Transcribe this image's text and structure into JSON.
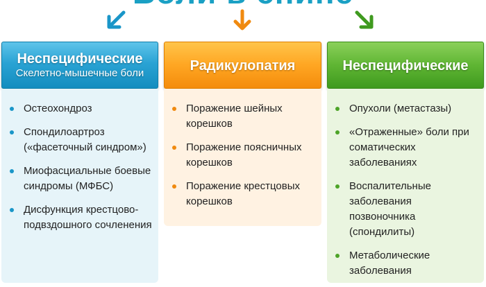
{
  "title": "Боли в спине",
  "colors": {
    "blue": "#2aa3d4",
    "orange": "#ffa622",
    "green": "#5fb533"
  },
  "columns": [
    {
      "title": "Неспецифические",
      "subtitle": "Скелетно-мышечные боли",
      "items": [
        "Остеохондроз",
        "Спондилоартроз («фасеточный синдром»)",
        "Миофасциальные боевые синдромы (МФБС)",
        "Дисфункция крестцово-подвздошного сочленения"
      ]
    },
    {
      "title": "Радикулопатия",
      "items": [
        "Поражение шейных корешков",
        "Поражение поясничных корешков",
        "Поражение крестцовых корешков"
      ]
    },
    {
      "title": "Неспецифические",
      "items": [
        "Опухоли (метастазы)",
        "«Отраженные» боли при соматических заболеваниях",
        "Воспалительные заболевания позвоночника (спондилиты)",
        "Метаболические заболевания"
      ]
    }
  ]
}
